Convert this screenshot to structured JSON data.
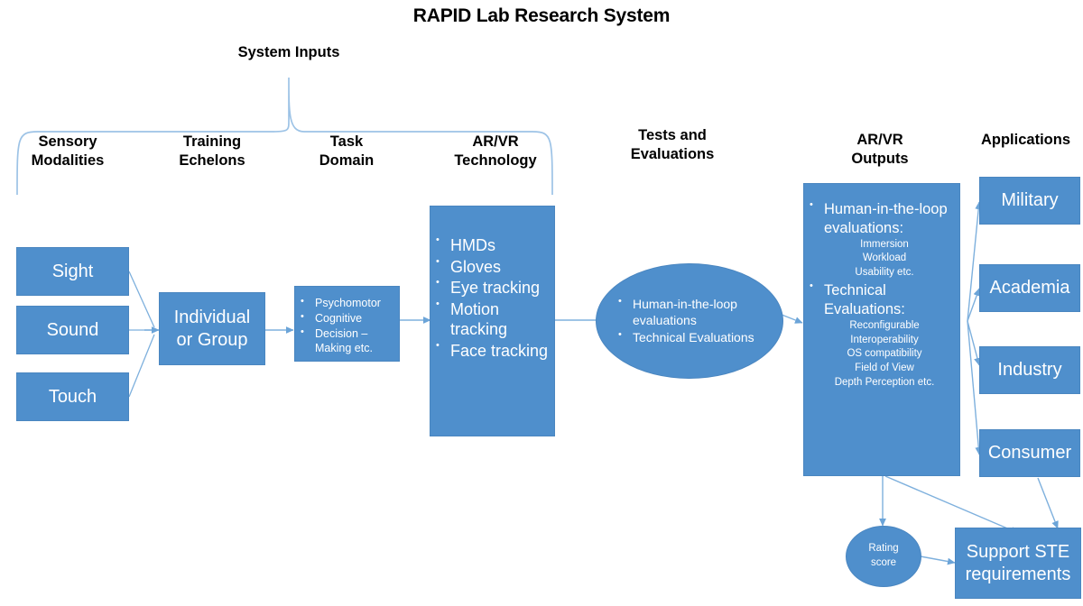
{
  "title": "RAPID Lab Research System",
  "brace": {
    "label": "System Inputs"
  },
  "column_headers": [
    {
      "name": "sensory-modalities",
      "label": "Sensory\nModalities"
    },
    {
      "name": "training-echelons",
      "label": "Training\nEchelons"
    },
    {
      "name": "task-domain",
      "label": "Task\nDomain"
    },
    {
      "name": "arvr-technology",
      "label": "AR/VR\nTechnology"
    },
    {
      "name": "tests-and-evaluations",
      "label": "Tests and\nEvaluations"
    },
    {
      "name": "arvr-outputs",
      "label": "AR/VR\nOutputs"
    },
    {
      "name": "applications",
      "label": "Applications"
    }
  ],
  "sensory_modalities": {
    "boxes": [
      {
        "label": "Sight"
      },
      {
        "label": "Sound"
      },
      {
        "label": "Touch"
      }
    ]
  },
  "training_echelons": {
    "box": {
      "label": "Individual\nor Group"
    }
  },
  "task_domain": {
    "items": [
      "Psychomotor",
      "Cognitive",
      "Decision – Making etc."
    ]
  },
  "arvr_technology": {
    "items": [
      "HMDs",
      "Gloves",
      "Eye tracking",
      "Motion tracking",
      "Face tracking"
    ]
  },
  "tests_and_evaluations": {
    "items": [
      "Human-in-the-loop evaluations",
      "Technical Evaluations"
    ]
  },
  "arvr_outputs": {
    "groups": [
      {
        "heading": "Human-in-the-loop evaluations:",
        "items": [
          "Immersion",
          "Workload",
          "Usability etc."
        ]
      },
      {
        "heading": "Technical Evaluations:",
        "items": [
          "Reconfigurable",
          "Interoperability",
          "OS compatibility",
          "Field of View",
          "Depth Perception etc."
        ]
      }
    ]
  },
  "applications": {
    "boxes": [
      {
        "label": "Military"
      },
      {
        "label": "Academia"
      },
      {
        "label": "Industry"
      },
      {
        "label": "Consumer"
      }
    ]
  },
  "outcome": {
    "rating": {
      "label": "Rating\nscore"
    },
    "ste": {
      "label": "Support STE\nrequirements"
    }
  },
  "colors": {
    "box_fill": "#4f8fcc",
    "box_border": "#4a86c0",
    "connector": "#7eb0dd",
    "brace": "#9dc3e6",
    "text_on_box": "#ffffff",
    "text": "#000000",
    "background": "#ffffff"
  }
}
